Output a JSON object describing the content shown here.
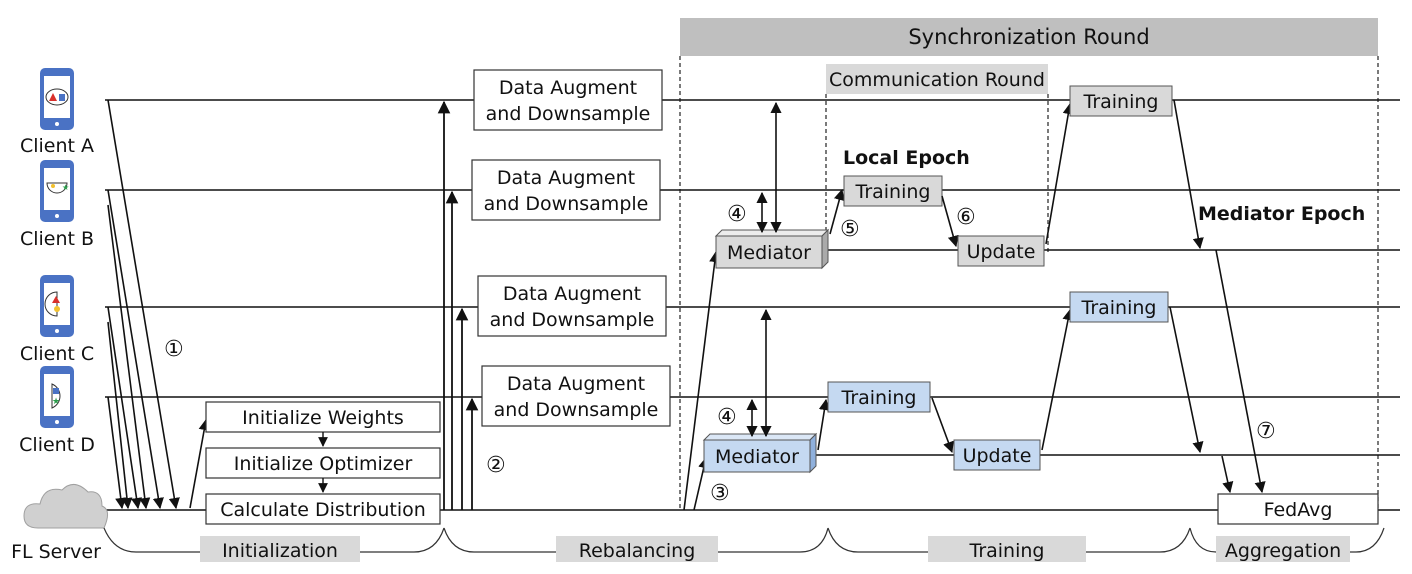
{
  "title": "Synchronization Round",
  "communication_round": "Communication Round",
  "local_epoch": "Local Epoch",
  "mediator_epoch": "Mediator Epoch",
  "clients": [
    "Client A",
    "Client B",
    "Client C",
    "Client D"
  ],
  "server": "FL Server",
  "init_steps": [
    "Initialize Weights",
    "Initialize Optimizer",
    "Calculate Distribution"
  ],
  "augment": [
    "Data Augment",
    "and Downsample"
  ],
  "mediator": "Mediator",
  "training": "Training",
  "update": "Update",
  "fedavg": "FedAvg",
  "steps": [
    "①",
    "②",
    "③",
    "④",
    "⑤",
    "⑥",
    "⑦"
  ],
  "phases": [
    "Initialization",
    "Rebalancing",
    "Training",
    "Aggregation"
  ],
  "colors": {
    "gray_box": "#d9d9d9",
    "blue_box": "#c5d9f1",
    "banner": "#bfbfbf",
    "phone": "#4a72c4"
  }
}
